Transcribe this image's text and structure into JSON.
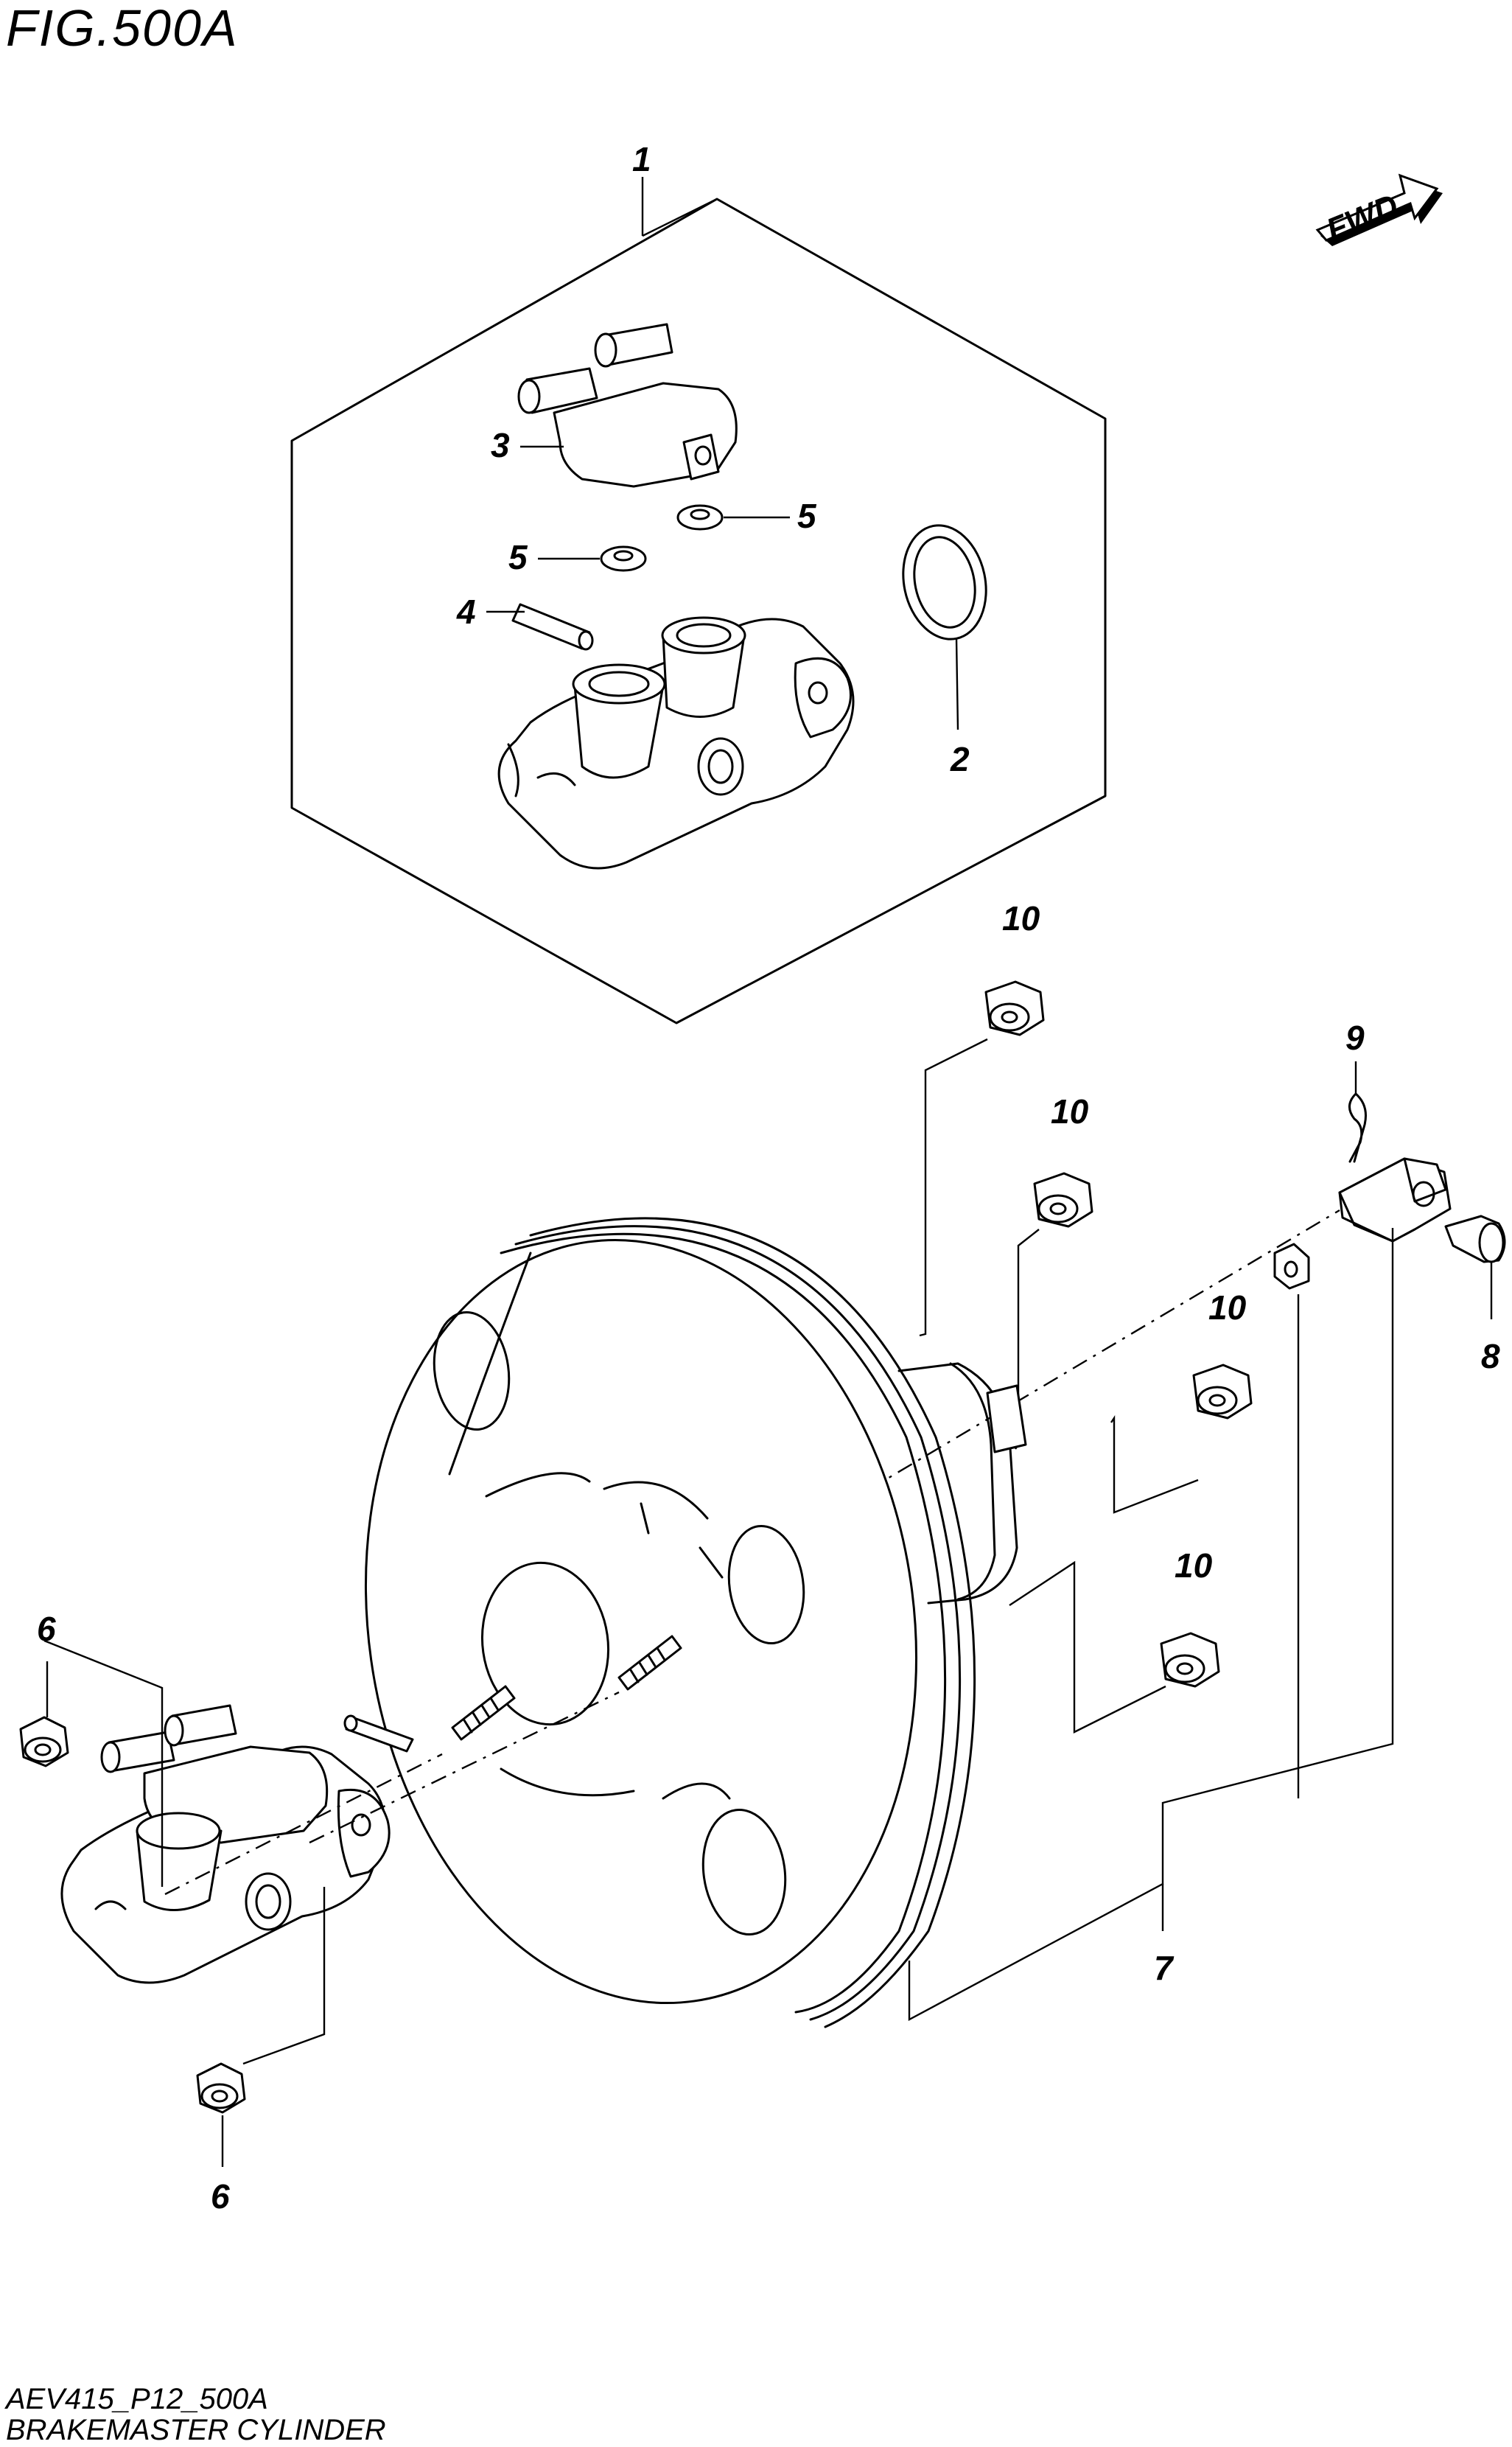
{
  "figure": {
    "title": "FIG.500A",
    "direction_label": "FWD",
    "footer_code": "AEV415_P12_500A",
    "footer_name": "BRAKEMASTER CYLINDER"
  },
  "callouts": {
    "c1": "1",
    "c2": "2",
    "c3": "3",
    "c4": "4",
    "c5a": "5",
    "c5b": "5",
    "c6a": "6",
    "c6b": "6",
    "c7": "7",
    "c8": "8",
    "c9": "9",
    "c10a": "10",
    "c10b": "10",
    "c10c": "10",
    "c10d": "10"
  }
}
